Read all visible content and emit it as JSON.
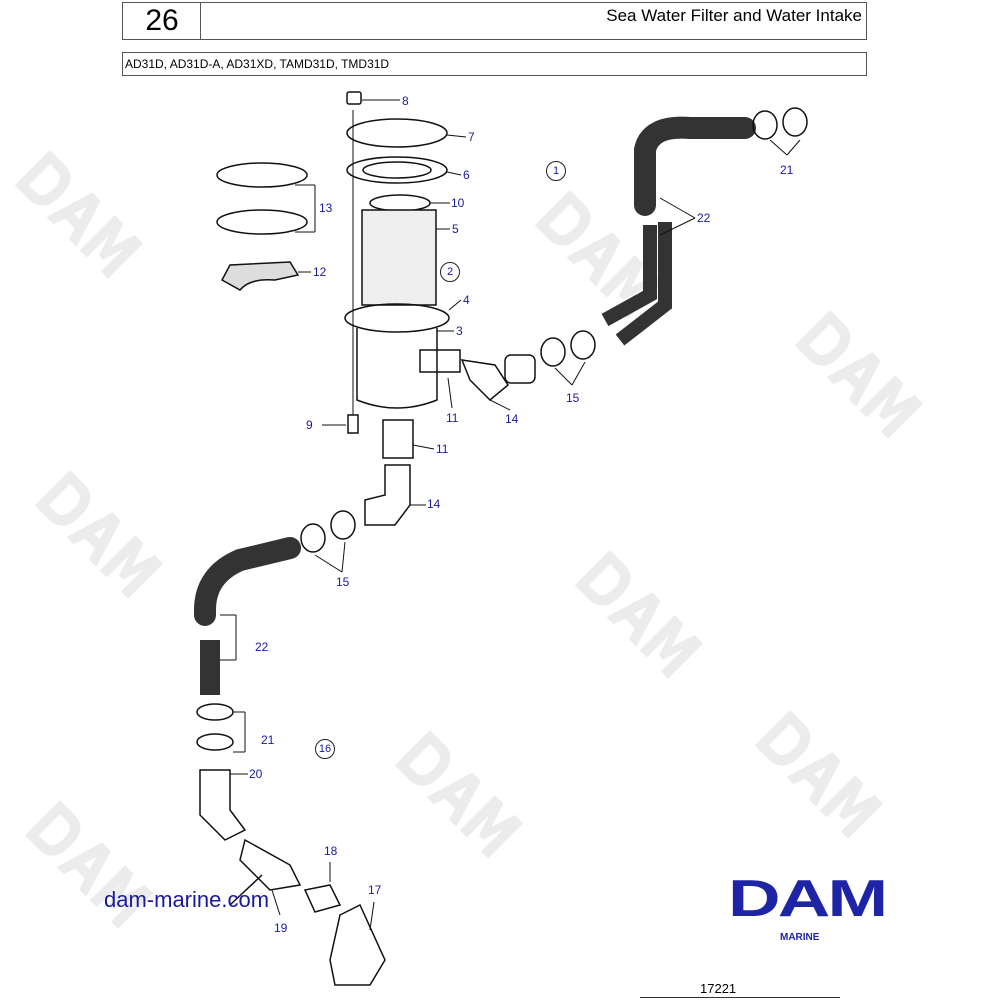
{
  "header": {
    "page_number": "26",
    "title": "Sea Water Filter and Water Intake",
    "models": "AD31D, AD31D-A, AD31XD, TAMD31D, TMD31D"
  },
  "callouts": {
    "c8": "8",
    "c7": "7",
    "c6": "6",
    "c10": "10",
    "c5": "5",
    "c4": "4",
    "c3": "3",
    "c13": "13",
    "c12": "12",
    "c22a": "22",
    "c21a": "21",
    "c15a": "15",
    "c14a": "14",
    "c11a": "11",
    "c9": "9",
    "c11b": "11",
    "c14b": "14",
    "c15b": "15",
    "c22b": "22",
    "c21b": "21",
    "c20": "20",
    "c18": "18",
    "c17": "17",
    "c19": "19"
  },
  "circled": {
    "g1": "1",
    "g2": "2",
    "g16": "16"
  },
  "footer": {
    "website": "dam-marine.com",
    "logo_text": "DAM",
    "logo_sub": "MARINE",
    "drawing_number": "17221",
    "watermark": "DAM"
  },
  "colors": {
    "label": "#1a1aa0",
    "logo": "#1e24a6"
  }
}
